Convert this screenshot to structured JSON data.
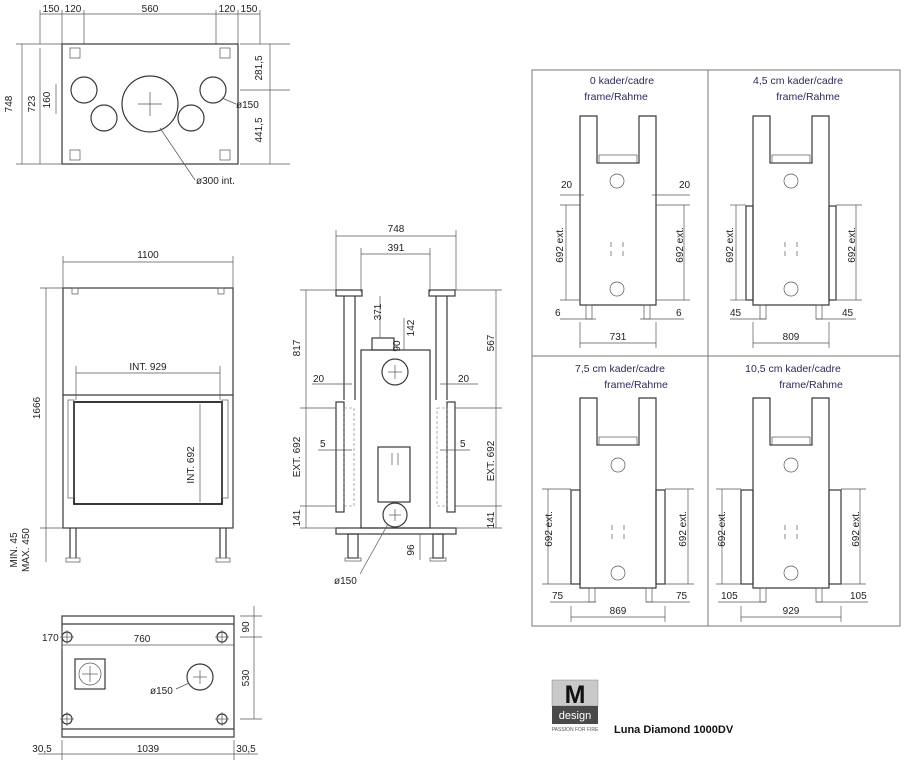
{
  "top_view": {
    "dims_top": [
      "150",
      "120",
      "560",
      "120",
      "150"
    ],
    "dim_total_h": "748",
    "dim_inner_h": "723",
    "dim_160": "160",
    "dim_2815": "281,5",
    "dim_4415": "441,5",
    "dim_d150": "ø150",
    "dim_d300": "ø300 int."
  },
  "front_view": {
    "dim_width": "1100",
    "dim_height": "1666",
    "dim_int_width": "INT. 929",
    "dim_int_height": "INT. 692",
    "dim_min": "MIN. 45",
    "dim_max": "MAX. 450"
  },
  "side_view": {
    "dim_748": "748",
    "dim_391": "391",
    "dim_371": "371",
    "dim_142": "142",
    "dim_90": "90",
    "dim_817": "817",
    "dim_567": "567",
    "dim_20_l": "20",
    "dim_20_r": "20",
    "dim_5_l": "5",
    "dim_5_r": "5",
    "dim_ext_l": "EXT. 692",
    "dim_ext_r": "EXT. 692",
    "dim_141_l": "141",
    "dim_141_r": "141",
    "dim_96": "96",
    "dim_d150": "ø150"
  },
  "base_view": {
    "dim_170": "170",
    "dim_760": "760",
    "dim_90": "90",
    "dim_530": "530",
    "dim_d150": "ø150",
    "dim_305_l": "30,5",
    "dim_1039": "1039",
    "dim_305_r": "30,5"
  },
  "frames": [
    {
      "title_1": "0  kader/cadre",
      "title_2": "frame/Rahme",
      "side_l": "20",
      "side_r": "20",
      "ext_l": "692 ext.",
      "ext_r": "692 ext.",
      "bot_l": "6",
      "bot_r": "6",
      "width": "731"
    },
    {
      "title_1": "4,5 cm  kader/cadre",
      "title_2": "frame/Rahme",
      "side_l": "",
      "side_r": "",
      "ext_l": "692 ext.",
      "ext_r": "692 ext.",
      "bot_l": "45",
      "bot_r": "45",
      "width": "809"
    },
    {
      "title_1": "7,5 cm  kader/cadre",
      "title_2": "frame/Rahme",
      "side_l": "",
      "side_r": "",
      "ext_l": "692 ext.",
      "ext_r": "692 ext.",
      "bot_l": "75",
      "bot_r": "75",
      "width": "869"
    },
    {
      "title_1": "10,5 cm  kader/cadre",
      "title_2": "frame/Rahme",
      "side_l": "",
      "side_r": "",
      "ext_l": "692 ext.",
      "ext_r": "692 ext.",
      "bot_l": "105",
      "bot_r": "105",
      "width": "929"
    }
  ],
  "brand": {
    "logo_letter": "M",
    "logo_word": "design",
    "tagline": "PASSION FOR FIRE",
    "product": "Luna Diamond 1000DV"
  },
  "colors": {
    "line": "#3a3a3a",
    "frame_text": "#2a2a5a",
    "panel_border": "#777777"
  }
}
